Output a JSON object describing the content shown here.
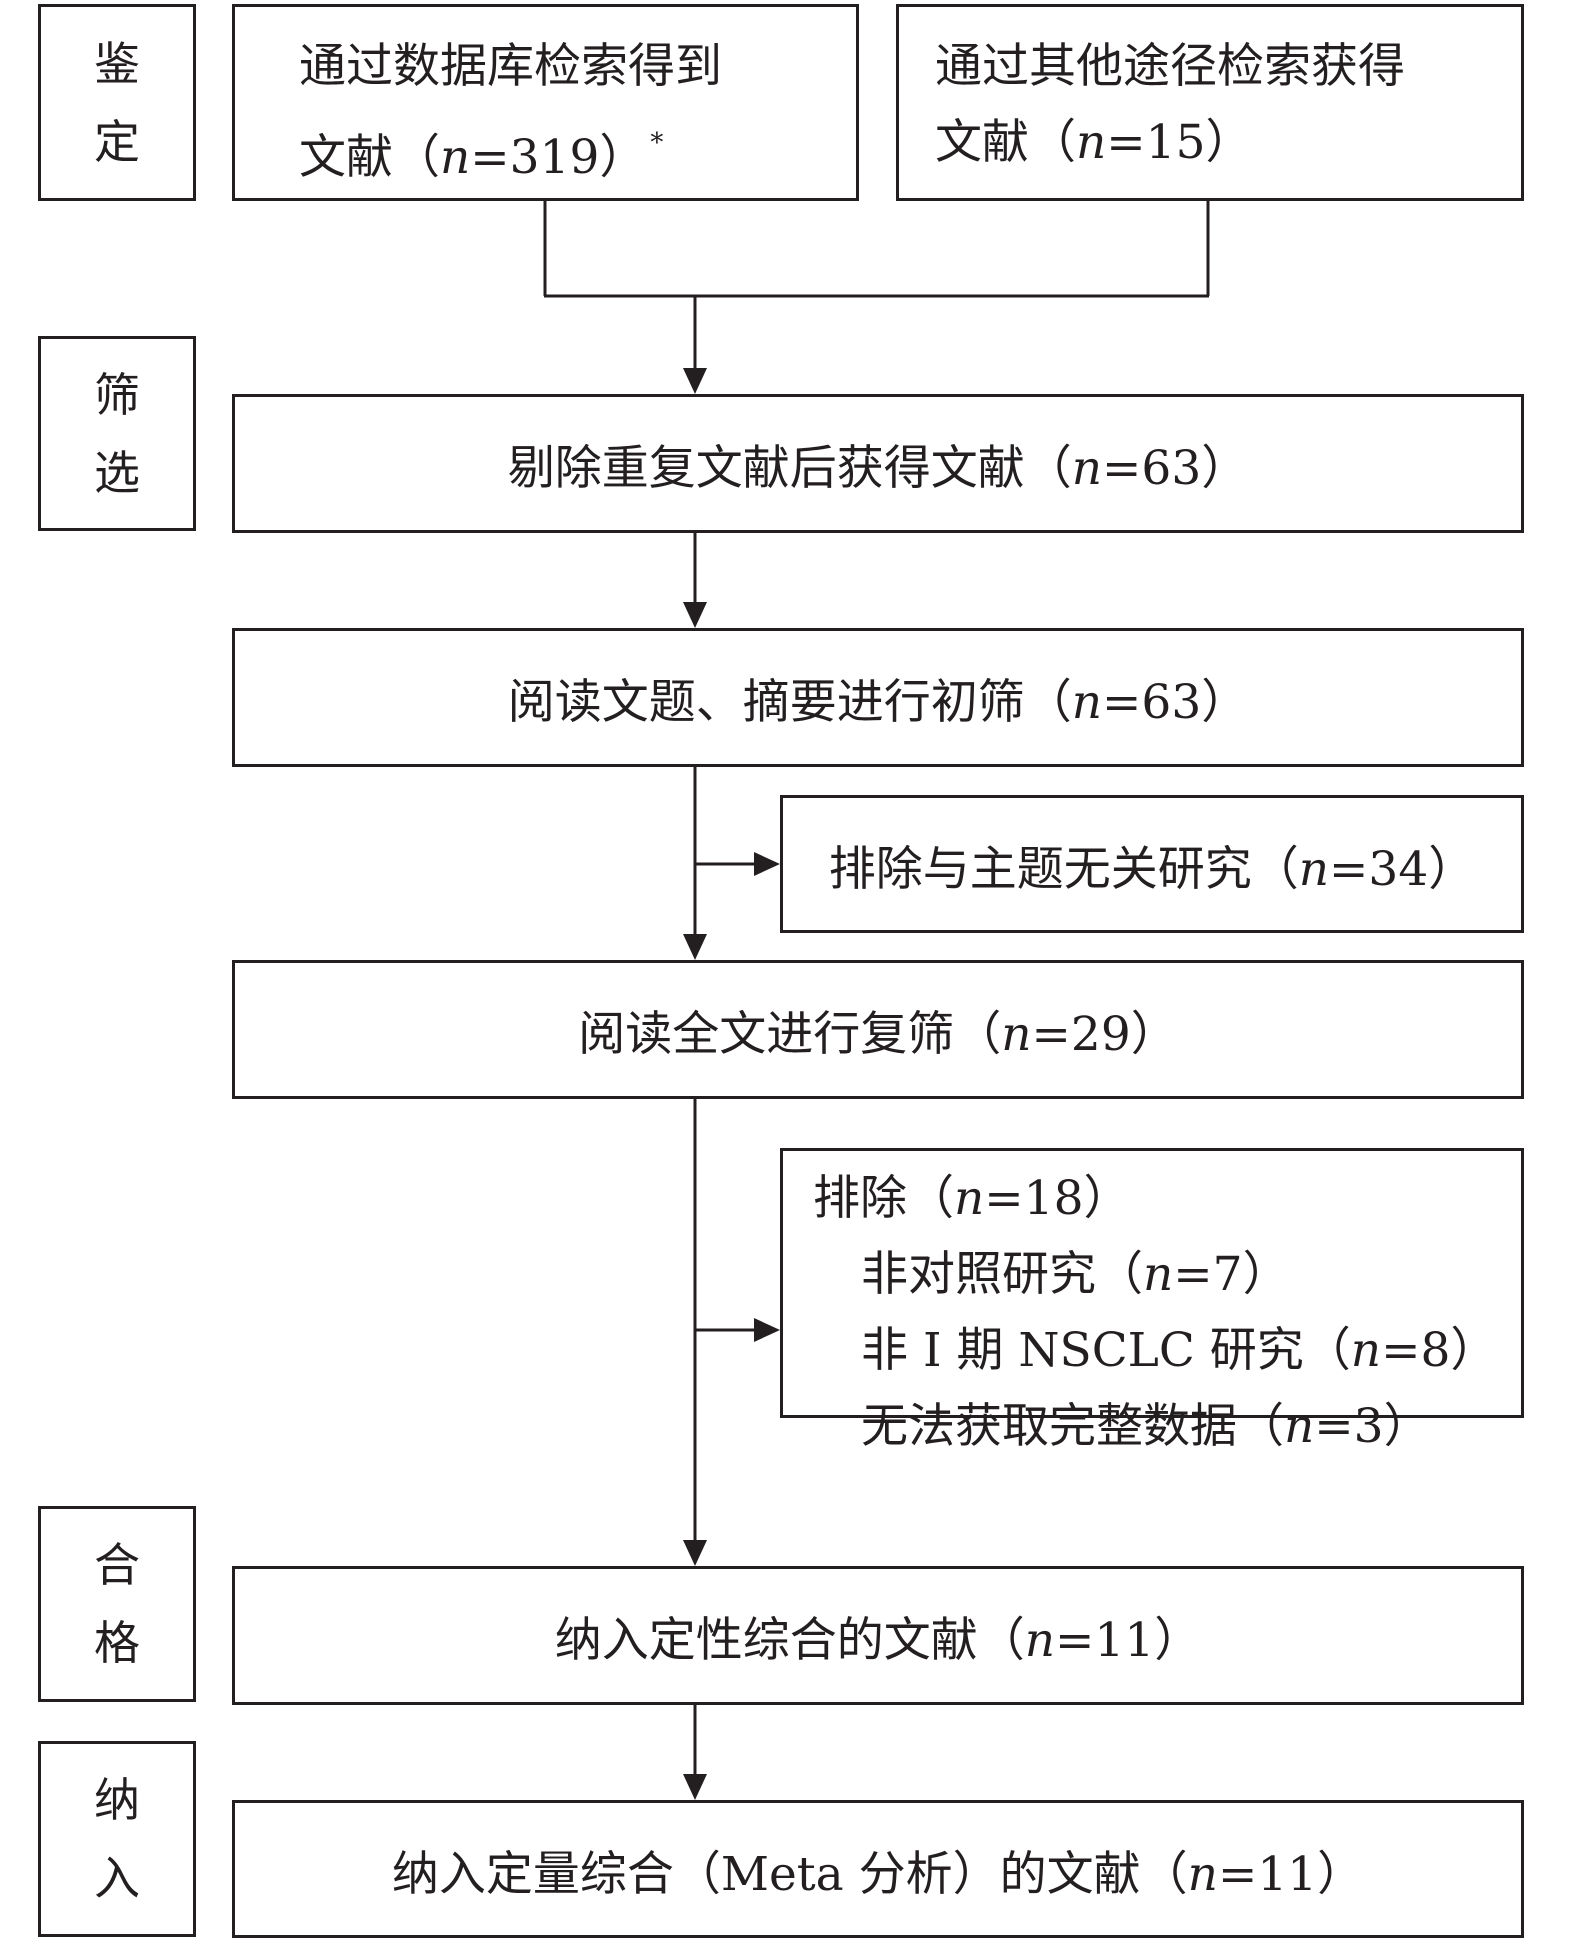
{
  "stages": [
    {
      "id": "identification",
      "char1": "鉴",
      "char2": "定"
    },
    {
      "id": "screening",
      "char1": "筛",
      "char2": "选"
    },
    {
      "id": "eligibility",
      "char1": "合",
      "char2": "格"
    },
    {
      "id": "included",
      "char1": "纳",
      "char2": "入"
    }
  ],
  "boxes": {
    "database": {
      "line1": "通过数据库检索得到",
      "line2_prefix": "文献（",
      "n_label": "n",
      "line2_value": "=319）",
      "footnote": "*"
    },
    "other_sources": {
      "line1": "通过其他途径检索获得",
      "line2_prefix": "文献（",
      "n_label": "n",
      "line2_value": "=15）"
    },
    "after_dedup": {
      "prefix": "剔除重复文献后获得文献（",
      "n_label": "n",
      "value": "=63）"
    },
    "title_abstract": {
      "prefix": "阅读文题、摘要进行初筛（",
      "n_label": "n",
      "value": "=63）"
    },
    "excluded_irrelevant": {
      "prefix": "排除与主题无关研究（",
      "n_label": "n",
      "value": "=34）"
    },
    "full_text": {
      "prefix": "阅读全文进行复筛（",
      "n_label": "n",
      "value": "=29）"
    },
    "excluded_full": {
      "header_prefix": "排除（",
      "header_n": "n",
      "header_value": "=18）",
      "items": [
        {
          "prefix": "非对照研究（",
          "n_label": "n",
          "value": "=7）"
        },
        {
          "prefix": "非 Ⅰ 期 NSCLC 研究（",
          "n_label": "n",
          "value": "=8）"
        },
        {
          "prefix": "无法获取完整数据（",
          "n_label": "n",
          "value": "=3）"
        }
      ]
    },
    "qualitative": {
      "prefix": "纳入定性综合的文献（",
      "n_label": "n",
      "value": "=11）"
    },
    "quantitative": {
      "prefix": "纳入定量综合（Meta 分析）的文献（",
      "n_label": "n",
      "value": "=11）"
    }
  }
}
